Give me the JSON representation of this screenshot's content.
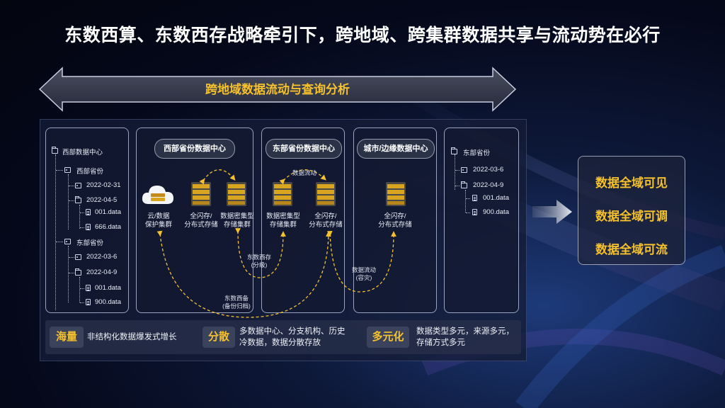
{
  "title": "东数西算、东数西存战略牵引下，跨地域、跨集群数据共享与流动势在必行",
  "banner": {
    "label": "跨地域数据流动与查询分析"
  },
  "colors": {
    "accent": "#f6c12a",
    "panel": "#141c37",
    "text": "#ffffff"
  },
  "left_tree": {
    "root": "西部数据中心",
    "groups": [
      {
        "name": "西部省份",
        "dates": [
          "2022-02-31",
          "2022-04-5"
        ],
        "files": [
          "001.data",
          "666.data"
        ]
      },
      {
        "name": "东部省份",
        "dates": [
          "2022-03-6",
          "2022-04-9"
        ],
        "files": [
          "001.data",
          "900.data"
        ]
      }
    ]
  },
  "right_tree": {
    "root": "东部省份",
    "dates": [
      "2022-03-6",
      "2022-04-9"
    ],
    "files": [
      "001.data",
      "900.data"
    ]
  },
  "centers": [
    {
      "name": "西部省份数据中心",
      "items": [
        "云/数据\n保护集群",
        "全闪存/\n分布式存储",
        "数据密集型\n存储集群"
      ]
    },
    {
      "name": "东部省份数据中心",
      "items": [
        "数据密集型\n存储集群",
        "全闪存/\n分布式存储"
      ]
    },
    {
      "name": "城市/边缘数据中心",
      "items": [
        "全闪存/\n分布式存储"
      ]
    }
  ],
  "flows": {
    "top": "数据流动",
    "store": "东数西存\n(分级)",
    "flow2": "数据流动\n(容灾)",
    "backup": "东数西备\n(备份归档)"
  },
  "bottom": [
    {
      "tag": "海量",
      "text": "非结构化数据爆发式增长"
    },
    {
      "tag": "分散",
      "text": "多数据中心、分支机构、历史\n冷数据，数据分散存放"
    },
    {
      "tag": "多元化",
      "text": "数据类型多元，来源多元，\n存储方式多元"
    }
  ],
  "results": [
    "数据全域可见",
    "数据全域可调",
    "数据全域可流"
  ]
}
